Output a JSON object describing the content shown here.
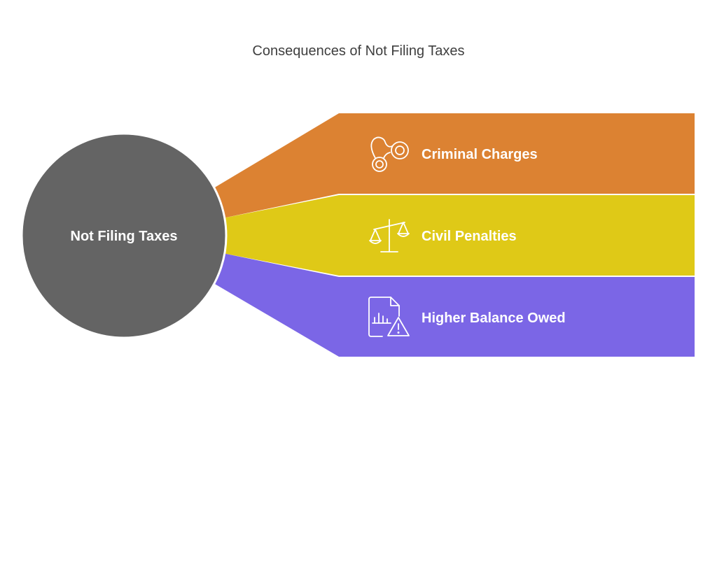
{
  "title": "Consequences of Not Filing Taxes",
  "hub": {
    "label": "Not Filing Taxes",
    "color": "#646464"
  },
  "branches": [
    {
      "label": "Criminal Charges",
      "icon": "handcuffs-icon",
      "color": "#dc8232"
    },
    {
      "label": "Civil Penalties",
      "icon": "scales-icon",
      "color": "#dfc917"
    },
    {
      "label": "Higher Balance Owed",
      "icon": "document-chart-warning-icon",
      "color": "#7b66e6"
    }
  ]
}
